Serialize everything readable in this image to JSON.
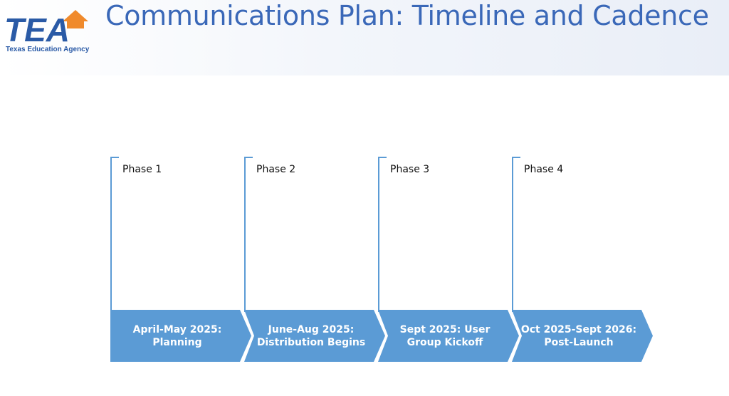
{
  "header": {
    "title": "Communications Plan: Timeline and Cadence",
    "logo_text": "TEA",
    "logo_subtitle": "Texas Education Agency"
  },
  "phases": [
    {
      "label": "Phase 1",
      "timeframe": "April-May 2025: Planning"
    },
    {
      "label": "Phase 2",
      "timeframe": "June-Aug 2025: Distribution Begins"
    },
    {
      "label": "Phase 3",
      "timeframe": "Sept 2025: User Group Kickoff"
    },
    {
      "label": "Phase 4",
      "timeframe": "Oct 2025-Sept 2026: Post-Launch"
    }
  ],
  "colors": {
    "accent": "#5b9bd5",
    "title": "#3a68b8",
    "logo_blue": "#2a5aa6",
    "logo_orange": "#f08a2c"
  }
}
